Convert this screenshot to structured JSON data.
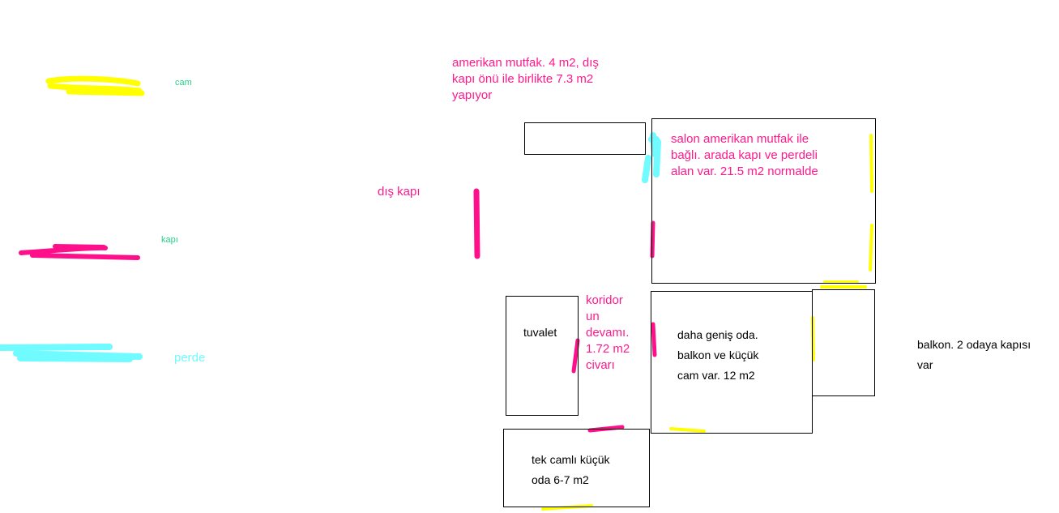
{
  "colors": {
    "glass": "#ffff00",
    "door": "#ff0f8a",
    "curtain": "#6ffbff",
    "legend_green": "#22d48a",
    "outline": "#000000",
    "pink_text": "#ff1a8c"
  },
  "legend": {
    "glass_label": "cam",
    "door_label": "kapı",
    "curtain_label": "perde"
  },
  "labels": {
    "kitchen": "amerikan mutfak. 4 m2, dış kapı önü ile birlikte 7.3 m2 yapıyor",
    "front_door": "dış kapı",
    "salon": "salon amerikan mutfak ile bağlı. arada kapı ve perdeli alan var. 21.5 m2 normalde",
    "toilet": "tuvalet",
    "corridor": "koridor un devamı. 1.72 m2 civarı",
    "big_room": "daha geniş oda. balkon ve küçük cam var. 12 m2",
    "balcony": "balkon. 2 odaya kapısı var",
    "small_room": "tek camlı küçük oda 6-7 m2"
  }
}
